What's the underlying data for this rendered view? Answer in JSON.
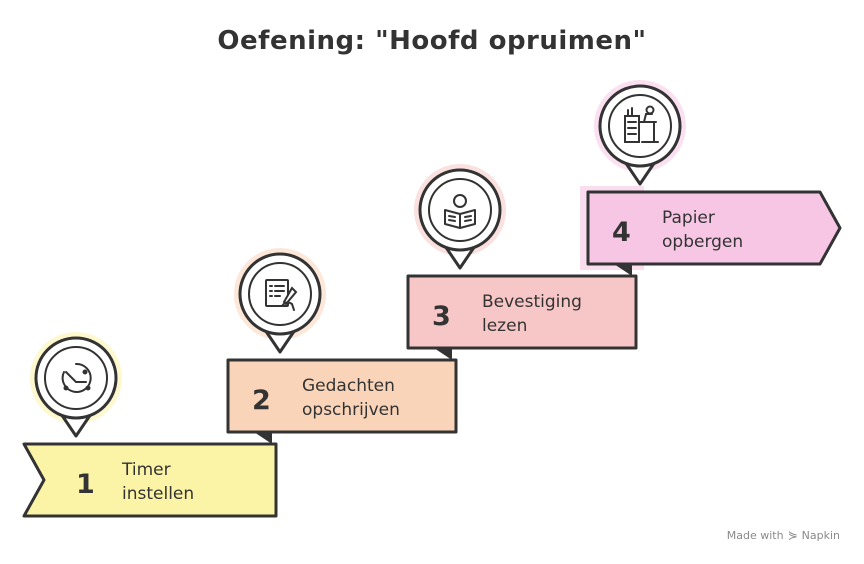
{
  "title": "Oefening: \"Hoofd opruimen\"",
  "steps": [
    {
      "number": "1",
      "line1": "Timer",
      "line2": "instellen",
      "icon": "timer-icon",
      "color": "#fbf3a6"
    },
    {
      "number": "2",
      "line1": "Gedachten",
      "line2": "opschrijven",
      "icon": "writing-notes-icon",
      "color": "#f9d4b8"
    },
    {
      "number": "3",
      "line1": "Bevestiging",
      "line2": "lezen",
      "icon": "reading-person-icon",
      "color": "#f7c7c7"
    },
    {
      "number": "4",
      "line1": "Papier",
      "line2": "opbergen",
      "icon": "desk-storage-icon",
      "color": "#f6c6e4"
    }
  ],
  "footer": {
    "made_with": "Made with",
    "brand": "Napkin"
  }
}
